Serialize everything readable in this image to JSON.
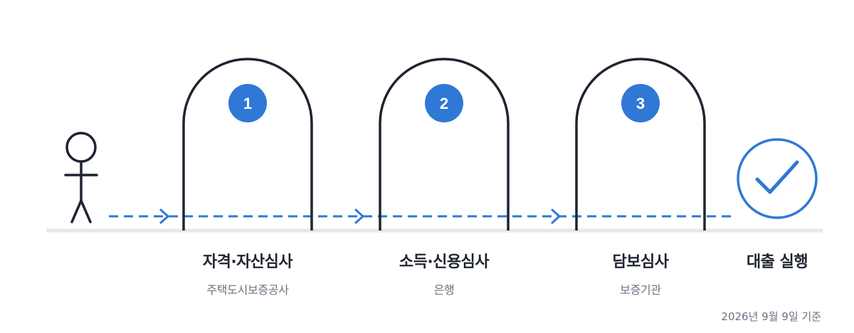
{
  "stages": [
    {
      "number": "1",
      "title": "자격·자산심사",
      "subtitle": "주택도시보증공사"
    },
    {
      "number": "2",
      "title": "소득·신용심사",
      "subtitle": "은행"
    },
    {
      "number": "3",
      "title": "담보심사",
      "subtitle": "보증기관"
    }
  ],
  "final_step": {
    "title": "대출 실행"
  },
  "basis_date": "2026년 9월 9일 기준",
  "colors": {
    "accent": "#2f78d6",
    "ink": "#1f2430",
    "ground": "#e5e7eb",
    "muted": "#6b7280"
  },
  "icons": [
    "person-icon",
    "gate-arch-icon",
    "arrow-right-icon",
    "check-circle-icon"
  ]
}
